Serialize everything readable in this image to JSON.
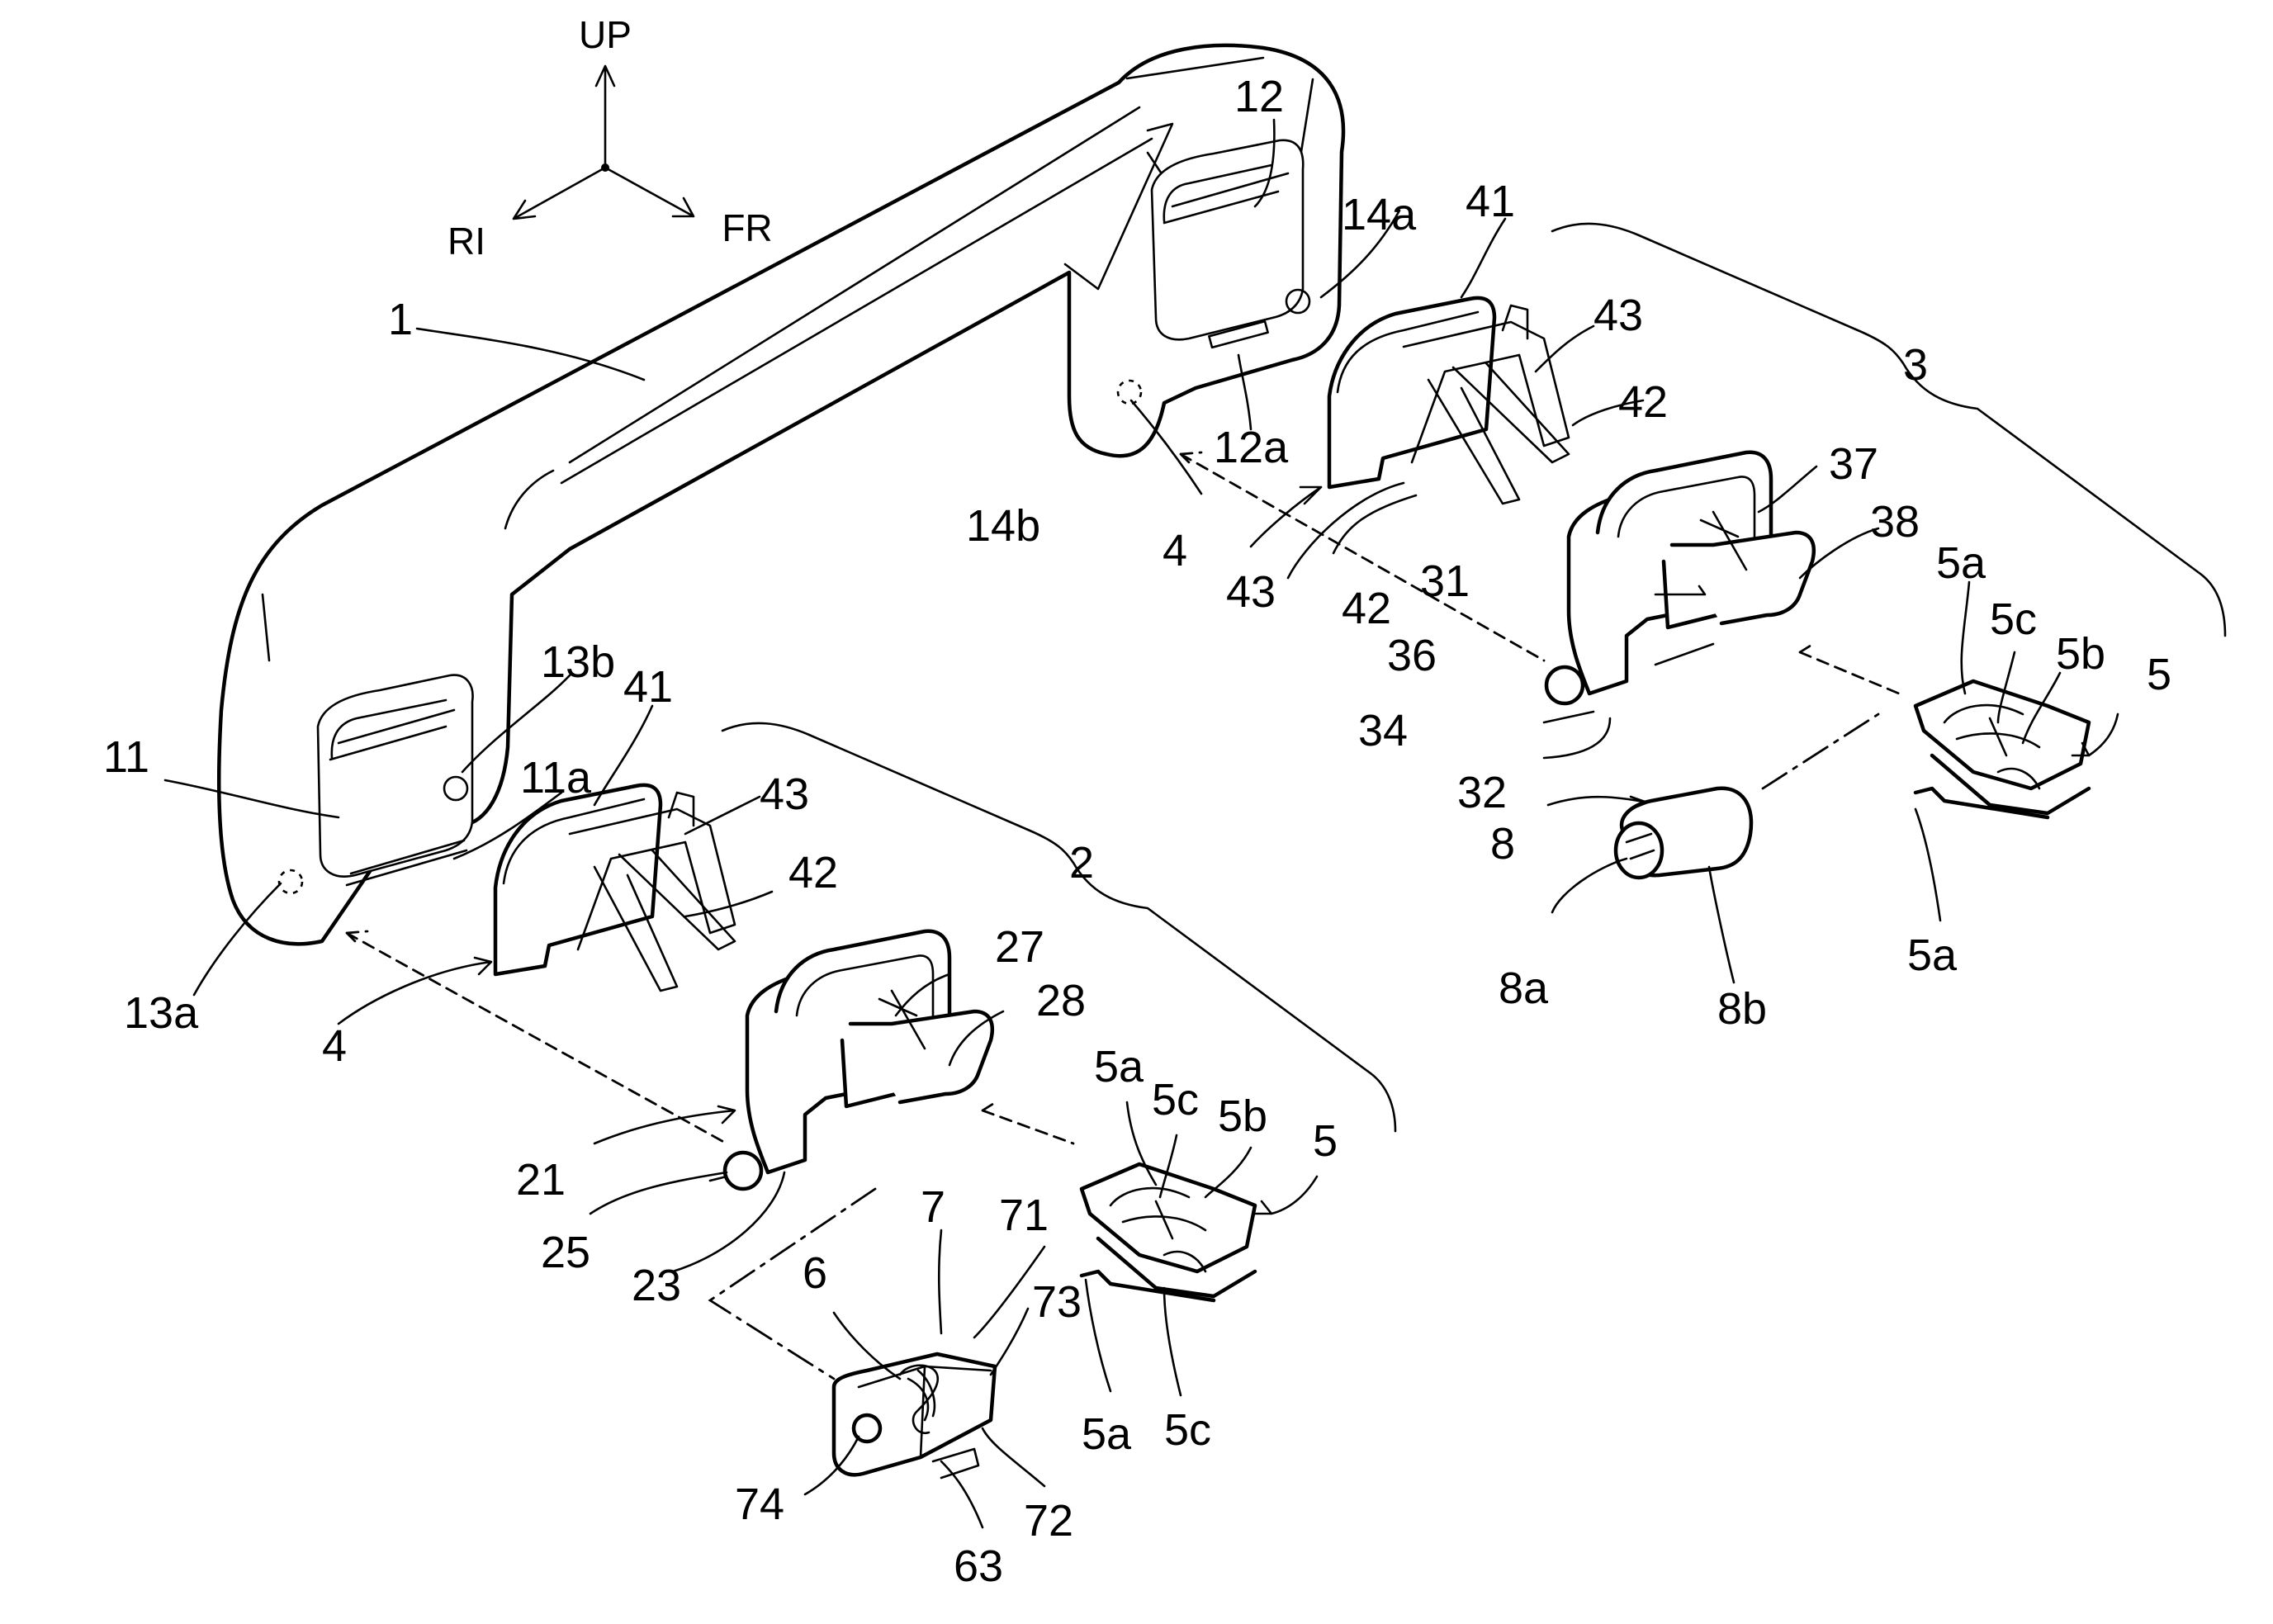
{
  "directions": {
    "up": "UP",
    "rear_inside": "RI",
    "front": "FR"
  },
  "labels": {
    "grip_body": "1",
    "clip_assembly_left": "2",
    "clip_assembly_right": "3",
    "bracket_left": "4",
    "bracket_right": "4",
    "spring_clip_left": "5",
    "spring_clip_right": "5",
    "torsion_spring": "6",
    "damper": "7",
    "damper_right": "8",
    "damper_right_a": "8a",
    "damper_right_b": "8b",
    "seat_left": "11",
    "seat_left_slot": "11a",
    "seat_right": "12",
    "seat_right_slot": "12a",
    "hole_13a": "13a",
    "hole_13b": "13b",
    "hole_14a": "14a",
    "hole_14b": "14b",
    "hinge_left": "21",
    "hinge_left_23": "23",
    "hinge_left_25": "25",
    "hinge_left_27": "27",
    "hinge_left_28": "28",
    "hinge_right": "31",
    "hinge_right_32": "32",
    "hinge_right_34": "34",
    "hinge_right_36": "36",
    "hinge_right_37": "37",
    "hinge_right_38": "38",
    "bracket_left_41": "41",
    "bracket_left_42": "42",
    "bracket_left_43": "43",
    "bracket_right_41": "41",
    "bracket_right_42": "42",
    "bracket_right_43": "43",
    "bracket_right_42b": "42",
    "bracket_right_43b": "43",
    "spring_left_5a_top": "5a",
    "spring_left_5a_bottom": "5a",
    "spring_left_5b": "5b",
    "spring_left_5c_top": "5c",
    "spring_left_5c_bottom": "5c",
    "spring_right_5a_top": "5a",
    "spring_right_5a_bottom": "5a",
    "spring_right_5b": "5b",
    "spring_right_5c": "5c",
    "damper_63": "63",
    "damper_71": "71",
    "damper_72": "72",
    "damper_73": "73",
    "damper_74": "74"
  }
}
